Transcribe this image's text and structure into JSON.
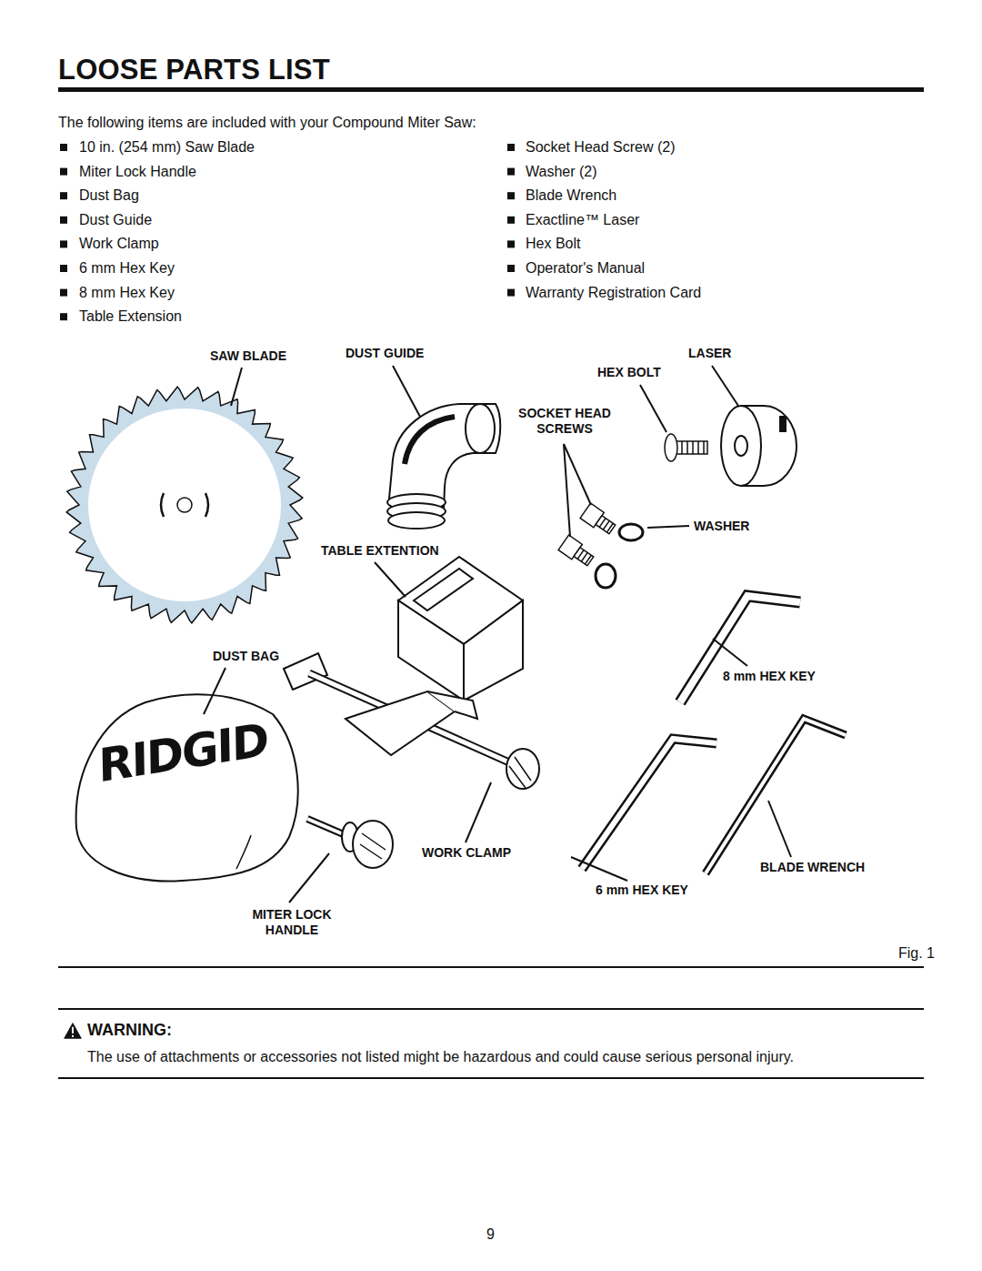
{
  "diagram": {
    "title": "LOOSE PARTS LIST",
    "caption": "Fig. 1",
    "nodes": [
      {
        "text": [
          "WARNING:",
          "The use of attachments or accessories not listed might be hazardous and could cause serious personal injury."
        ]
      }
    ],
    "edges": [],
    "labels": [
      "The following items are included with your Compound Miter Saw:",
      "10 in. (254 mm) Saw Blade",
      "Miter Lock Handle",
      "Dust Bag",
      "Dust Guide",
      "Work Clamp",
      "6 mm Hex Key",
      "8 mm Hex Key",
      "Table Extension",
      "Socket Head Screw (2)",
      "Washer (2)",
      "Blade Wrench",
      "Exactline™ Laser",
      "Hex Bolt",
      "Operator's Manual",
      "Warranty Registration Card",
      "SAW BLADE",
      "DUST GUIDE",
      "LASER",
      "HEX BOLT",
      "SOCKET HEAD SCREWS",
      "WASHER",
      "TABLE EXTENTION",
      "DUST BAG",
      "8 mm HEX KEY",
      "WORK CLAMP",
      "BLADE WRENCH",
      "6 mm HEX KEY",
      "MITER LOCK HANDLE",
      "RIDGID",
      "9"
    ]
  }
}
